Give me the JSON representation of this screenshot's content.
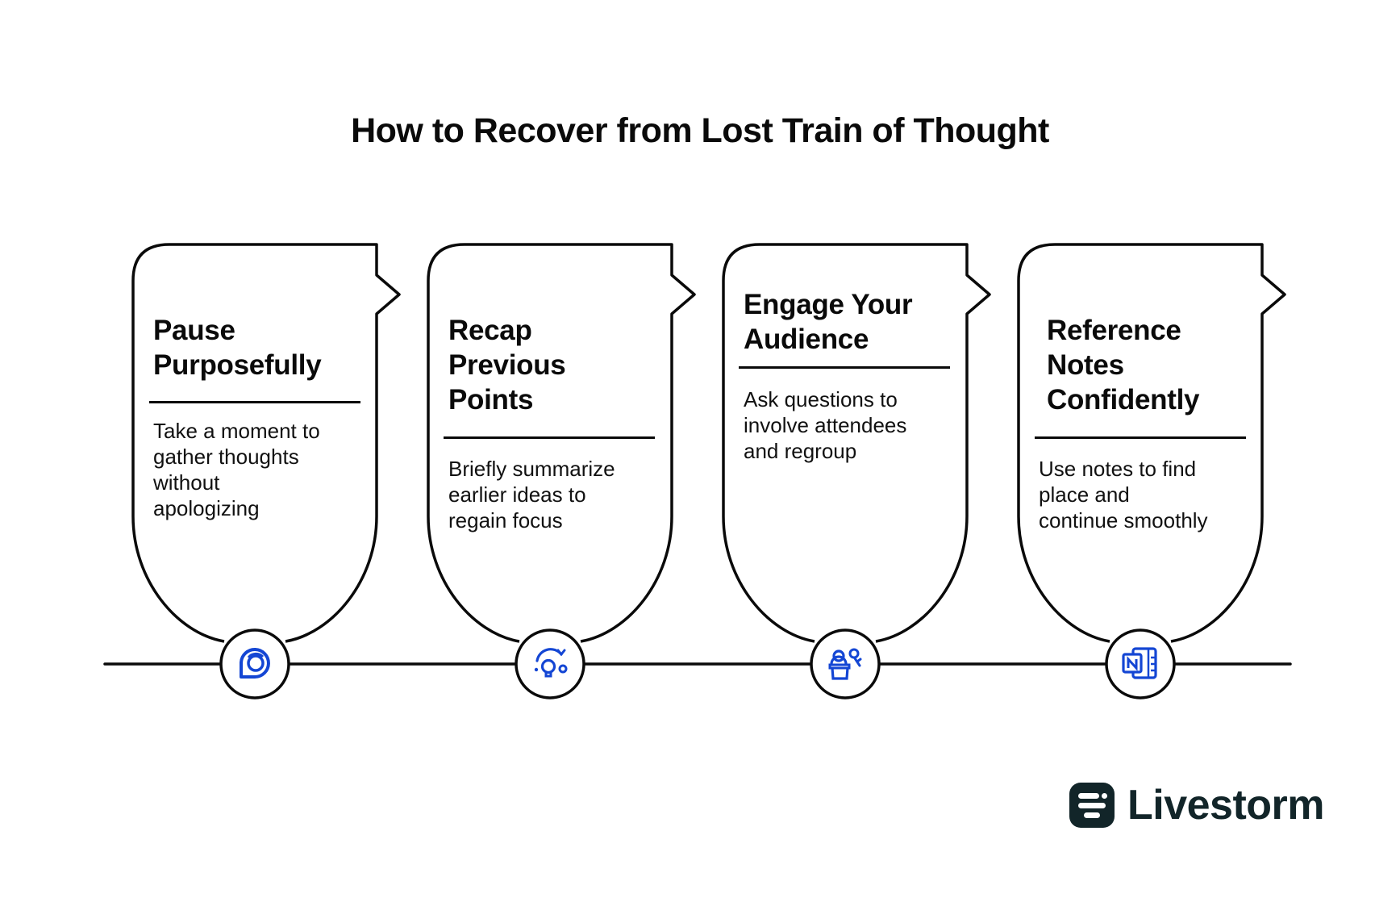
{
  "title": "How to Recover from Lost Train of Thought",
  "colors": {
    "stroke": "#0a0a0a",
    "icon": "#1446d4",
    "logo": "#122529"
  },
  "steps": [
    {
      "heading": [
        "Pause",
        "Purposefully"
      ],
      "description": [
        "Take a moment to",
        "gather thoughts",
        "without",
        "apologizing"
      ],
      "icon": "chat-bubble-icon"
    },
    {
      "heading": [
        "Recap",
        "Previous",
        "Points"
      ],
      "description": [
        "Briefly summarize",
        "earlier ideas to",
        "regain focus"
      ],
      "icon": "lightbulb-refresh-icon"
    },
    {
      "heading": [
        "Engage Your",
        "Audience"
      ],
      "description": [
        "Ask questions to",
        "involve attendees",
        "and regroup"
      ],
      "icon": "speaker-podium-icon"
    },
    {
      "heading": [
        "Reference",
        "Notes",
        "Confidently"
      ],
      "description": [
        "Use notes to find",
        "place and",
        "continue smoothly"
      ],
      "icon": "notebook-icon"
    }
  ],
  "brand": {
    "name": "Livestorm"
  }
}
